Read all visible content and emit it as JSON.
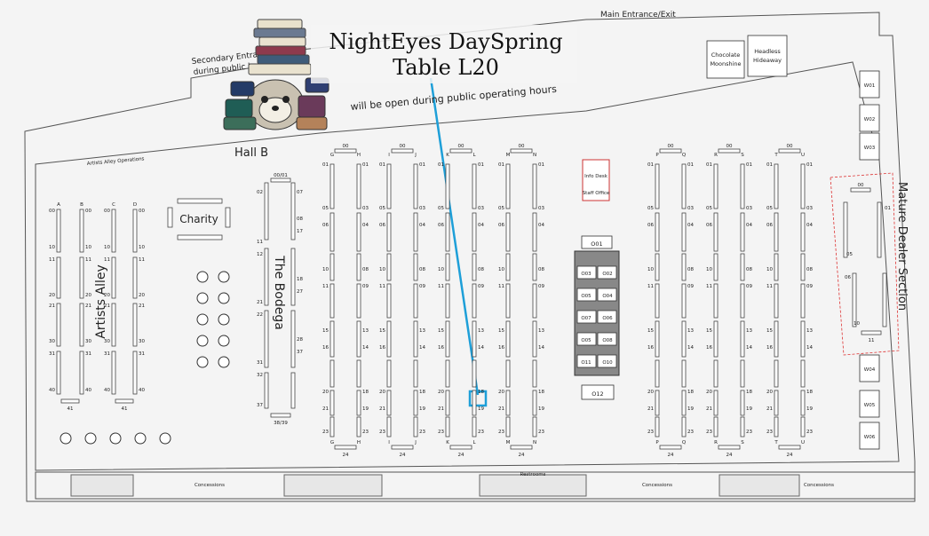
{
  "header": {
    "line1": "NightEyes DaySpring",
    "line2": "Table L20"
  },
  "labels": {
    "main_entrance": "Main Entrance/Exit",
    "secondary_entrance_1": "Secondary Entran",
    "secondary_entrance_2": "during public ho",
    "open_hours": "will be open during public operating hours",
    "hall": "Hall B",
    "artists_alley_ops": "Artists Alley Operations",
    "artists_alley": "Artists Alley",
    "charity": "Charity",
    "bodega": "The Bodega",
    "mature": "Mature Dealer Section",
    "chocolate_1": "Chocolate",
    "chocolate_2": "Moonshine",
    "headless_1": "Headless",
    "headless_2": "Hideaway",
    "restrooms": "Restrooms",
    "concessions": "Concessions",
    "tiny_info": "Info Desk",
    "tiny_staff": "Staff Office",
    "tiny_restrooms": "Restrooms"
  },
  "highlight": {
    "row": "L",
    "table": "20",
    "color": "#1e9fd8"
  },
  "rows": [
    {
      "letter": "G",
      "side": "left"
    },
    {
      "letter": "H",
      "side": "right"
    },
    {
      "letter": "I",
      "side": "left"
    },
    {
      "letter": "J",
      "side": "right"
    },
    {
      "letter": "K",
      "side": "left"
    },
    {
      "letter": "L",
      "side": "right"
    },
    {
      "letter": "M",
      "side": "left"
    },
    {
      "letter": "N",
      "side": "right"
    },
    {
      "letter": "P",
      "side": "left"
    },
    {
      "letter": "Q",
      "side": "right"
    },
    {
      "letter": "R",
      "side": "left"
    },
    {
      "letter": "S",
      "side": "right"
    },
    {
      "letter": "T",
      "side": "left"
    },
    {
      "letter": "U",
      "side": "right"
    }
  ],
  "row_numbers_left": [
    "01",
    "05",
    "06",
    "10",
    "11",
    "15",
    "16",
    "20",
    "21",
    "23"
  ],
  "row_numbers_right": [
    "01",
    "03",
    "04",
    "08",
    "09",
    "13",
    "14",
    "18",
    "19",
    "23"
  ],
  "row_top": "00",
  "row_bottom": "24",
  "center_booths": {
    "top": "O01",
    "pairs": [
      [
        "O03",
        "O02"
      ],
      [
        "O05",
        "O04"
      ],
      [
        "O07",
        "O06"
      ],
      [
        "O05",
        "O08"
      ],
      [
        "O11",
        "O10"
      ]
    ],
    "bottom": "O12"
  },
  "wall_booths": [
    "W01",
    "W02",
    "W03",
    "W04",
    "W05",
    "W06"
  ],
  "artists": {
    "cols": [
      "A",
      "B",
      "C",
      "D"
    ],
    "numbers": [
      "00",
      "10",
      "11",
      "20",
      "21",
      "30",
      "31",
      "40"
    ],
    "bottom": "41"
  },
  "bodega": {
    "top": "00/01",
    "bottom": "38/39",
    "left": [
      "02",
      "11",
      "12",
      "21",
      "22",
      "31",
      "32",
      "37"
    ],
    "right": [
      "07",
      "08",
      "17",
      "18",
      "27",
      "28",
      "37"
    ]
  },
  "mature_nums": [
    "00",
    "01",
    "05",
    "06",
    "10",
    "11"
  ]
}
